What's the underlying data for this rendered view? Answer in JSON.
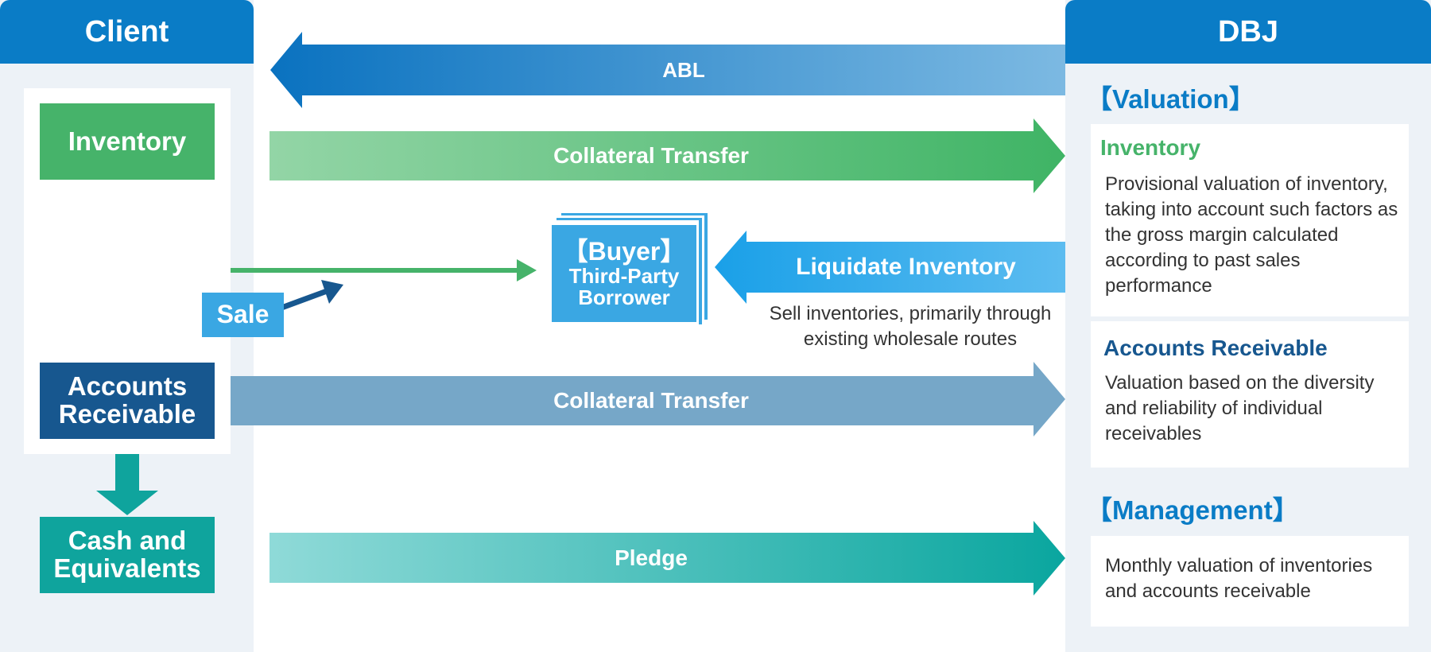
{
  "colors": {
    "header_blue": "#0a7cc6",
    "inventory_green": "#46b36a",
    "receivable_navy": "#17578f",
    "cash_teal": "#0fa49d",
    "buyer_blue": "#3aa7e3",
    "collateral_ar_blue": "#76a7c8",
    "liquidate_blue": "#2aa3e6",
    "column_bg": "#edf2f7"
  },
  "client": {
    "title": "Client",
    "inventory": "Inventory",
    "accounts_receivable": [
      "Accounts",
      "Receivable"
    ],
    "cash": [
      "Cash and",
      "Equivalents"
    ],
    "sale": "Sale"
  },
  "buyer": {
    "title": "【Buyer】",
    "line1": "Third-Party",
    "line2": "Borrower"
  },
  "flows": {
    "abl": "ABL",
    "collateral_transfer_inventory": "Collateral Transfer",
    "liquidate": "Liquidate Inventory",
    "liquidate_caption": [
      "Sell inventories, primarily through",
      "existing wholesale routes"
    ],
    "collateral_transfer_receivable": "Collateral Transfer",
    "pledge": "Pledge"
  },
  "dbj": {
    "title": "DBJ",
    "valuation_heading": "【Valuation】",
    "inventory_title": "Inventory",
    "inventory_text": "Provisional valuation of inventory, taking into account such factors as the gross margin calculated according to past sales performance",
    "receivable_title": "Accounts Receivable",
    "receivable_text": "Valuation based on the diversity and reliability of individual receivables",
    "management_heading": "【Management】",
    "management_text": "Monthly valuation of inventories and accounts receivable"
  }
}
